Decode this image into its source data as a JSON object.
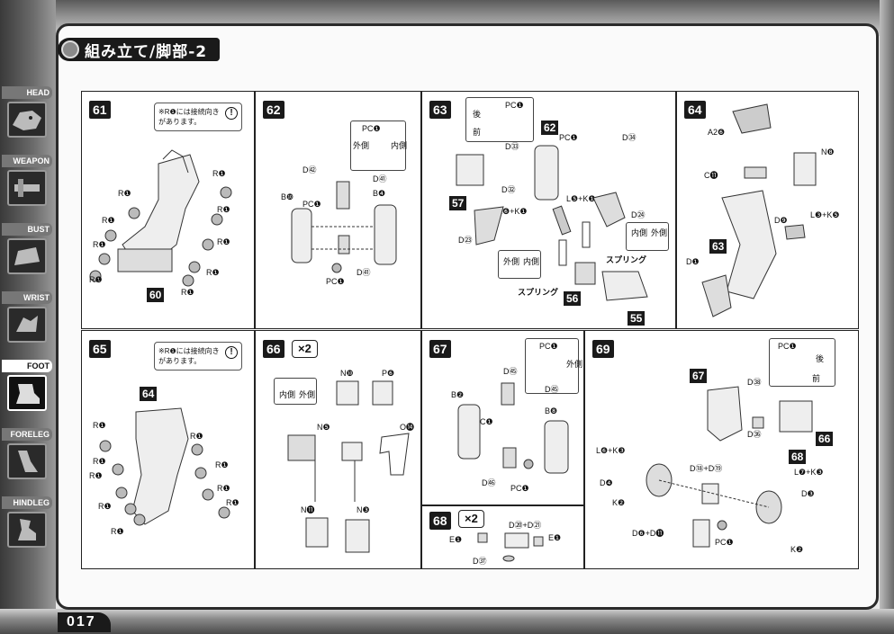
{
  "header": {
    "title": "組み立て/脚部-2"
  },
  "sidebar": {
    "items": [
      {
        "label": "HEAD",
        "active": false
      },
      {
        "label": "WEAPON",
        "active": false
      },
      {
        "label": "BUST",
        "active": false
      },
      {
        "label": "WRIST",
        "active": false
      },
      {
        "label": "FOOT",
        "active": true
      },
      {
        "label": "FORELEG",
        "active": false
      },
      {
        "label": "HINDLEG",
        "active": false
      }
    ]
  },
  "page_number": "017",
  "notes": {
    "joint_direction": "※R❶には接続向きがあります。"
  },
  "steps": {
    "s61": {
      "number": "61",
      "parts": [
        "R❶",
        "R❶",
        "R❶",
        "R❶",
        "R❶",
        "R❶",
        "R❶",
        "R❶",
        "R❶"
      ],
      "sub_badge": "60"
    },
    "s62": {
      "number": "62",
      "labels": {
        "pc_o": "PC❶",
        "outer": "外側",
        "inner": "内側",
        "d42": "D㊷",
        "b10": "B❿",
        "pc_o2": "PC❶",
        "b4": "B❹",
        "d41a": "D㊶",
        "d41b": "D㊶",
        "pcj": "PC❶"
      }
    },
    "s63": {
      "number": "63",
      "labels": {
        "pc_o": "PC❶",
        "back": "後",
        "front": "前",
        "d33": "D㉝",
        "d32": "D㉜",
        "pcj": "PC❶",
        "d34": "D㉞",
        "l6k1": "L❻+K❶",
        "l5k1": "L❺+K❶",
        "d24": "D㉔",
        "d23": "D㉓",
        "inner": "内側",
        "outer": "外側",
        "spring1": "スプリング",
        "spring2": "スプリング",
        "inner2": "内側",
        "outer2": "外側"
      },
      "badges": [
        "62",
        "57",
        "56",
        "55"
      ]
    },
    "s64": {
      "number": "64",
      "labels": {
        "a26": "A2❻",
        "n8": "N❽",
        "c11": "C⓫",
        "d9": "D❾",
        "l3k5": "L❸+K❺",
        "d1": "D❶"
      },
      "badges": [
        "63"
      ]
    },
    "s65": {
      "number": "65",
      "parts": [
        "R❶",
        "R❶",
        "R❶",
        "R❶",
        "R❶",
        "R❶",
        "R❶",
        "R❶",
        "R❶"
      ],
      "sub_badge": "64"
    },
    "s66": {
      "number": "66",
      "multiplier": "×2",
      "labels": {
        "inner": "内側",
        "outer": "外側",
        "n10": "N❿",
        "p6": "P❻",
        "n5": "N❺",
        "o14": "O⓮",
        "n11": "N⓫",
        "n3": "N❸"
      }
    },
    "s67": {
      "number": "67",
      "labels": {
        "pc_n": "PC❶",
        "outer": "外側",
        "d45": "D㊺",
        "d45b": "D㊺",
        "b2": "B❷",
        "pc_n2": "PC❶",
        "b8": "B❽",
        "d46": "D㊻",
        "pcj": "PC❶"
      }
    },
    "s68": {
      "number": "68",
      "multiplier": "×2",
      "labels": {
        "e1a": "E❶",
        "d20d21": "D⑳+D㉑",
        "e1b": "E❶",
        "d37": "D㊲"
      }
    },
    "s69": {
      "number": "69",
      "labels": {
        "pc_n": "PC❶",
        "back": "後",
        "front": "前",
        "d38": "D㊳",
        "l6k3": "L❻+K❸",
        "d18d19": "D⑱+D⑲",
        "d36": "D㊱",
        "l7k3": "L❼+K❸",
        "d4": "D❹",
        "k2a": "K❷",
        "d3": "D❸",
        "d6d11": "D❻+D⓫",
        "pcj": "PC❶",
        "k2b": "K❷"
      },
      "badges": [
        "67",
        "66",
        "68"
      ]
    }
  }
}
